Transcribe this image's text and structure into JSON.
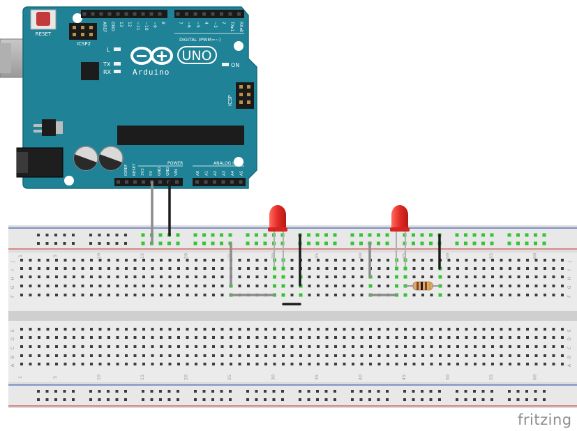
{
  "watermark": "fritzing",
  "arduino": {
    "reset_label": "RESET",
    "icsp2_label": "ICSP2",
    "icsp_label": "ICSP",
    "brand": "Arduino",
    "model": "UNO",
    "led_L": "L",
    "led_TX": "TX",
    "led_RX": "RX",
    "on_label": "ON",
    "digital_header": "DIGITAL (PWM=~)",
    "power_header": "POWER",
    "analog_header": "ANALOG IN",
    "top_pins": [
      "AREF",
      "GND",
      "13",
      "12",
      "~11",
      "~10",
      "~9",
      "8",
      "7",
      "~6",
      "~5",
      "4",
      "~3",
      "2",
      "TX▸1",
      "RX◂0"
    ],
    "power_pins": [
      "IOREF",
      "RESET",
      "3V3",
      "5V",
      "GND",
      "GND",
      "VIN"
    ],
    "analog_pins": [
      "A0",
      "A1",
      "A2",
      "A3",
      "A4",
      "A5"
    ],
    "board_color": "#1f8296"
  },
  "breadboard": {
    "column_numbers": [
      "1",
      "5",
      "10",
      "15",
      "20",
      "25",
      "30",
      "35",
      "40",
      "45",
      "50",
      "55",
      "60"
    ],
    "rows_top": [
      "J",
      "I",
      "H",
      "G",
      "F"
    ],
    "rows_bottom": [
      "E",
      "D",
      "C",
      "B",
      "A"
    ],
    "rail_plus_color": "#c62828",
    "rail_minus_color": "#1e3ca8",
    "connected_hole_color": "#35c534"
  },
  "components": {
    "led_color": "#e32b26",
    "resistor_body_color": "#d8a878",
    "wire_gray": "#8c8c8c",
    "wire_black": "#1c1c1c"
  }
}
